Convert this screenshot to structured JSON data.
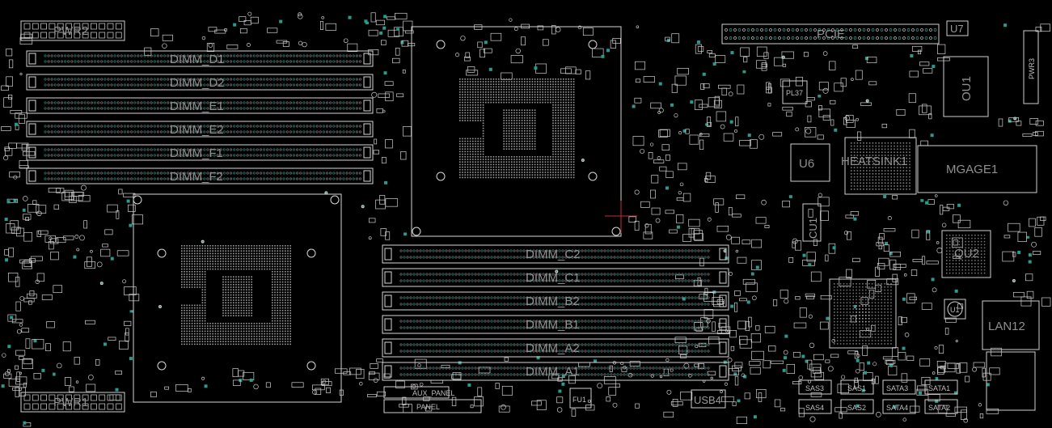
{
  "board": {
    "background": "#000000",
    "outline_color": "#d8d8d8",
    "pad_color": "#2a9a8e",
    "pin_color": "#bcbcbc",
    "cursor_color": "#c0303a"
  },
  "labels": {
    "pwr2": "PWR2",
    "pwr1": "PWR1",
    "pcie": "PCIE",
    "u7": "U7",
    "ou1": "OU1",
    "pwr3": "PWR3",
    "u6": "U6",
    "heatsink": "HEATSINK1",
    "mgage": "MGAGE1",
    "cu1": "CU1",
    "qu2": "QU2",
    "lan": "LAN12",
    "u1": "U1",
    "fu1": "FU1",
    "usb4": "USB4",
    "aux": "AUX_PANEL",
    "panel": "PANEL",
    "pl37": "PL37",
    "sata1": "SATA1",
    "sata2": "SATA2",
    "sas3": "SAS3",
    "sas4": "SAS4",
    "sas1": "SAS1",
    "sas2": "SAS2",
    "sata3": "SATA3",
    "sata4": "SATA4"
  },
  "dimm_left": [
    "DIMM_D1",
    "DIMM_D2",
    "DIMM_E1",
    "DIMM_E2",
    "DIMM_F1",
    "DIMM_F2"
  ],
  "dimm_center": [
    "DIMM_C2",
    "DIMM_C1",
    "DIMM_B2",
    "DIMM_B1",
    "DIMM_A2",
    "DIMM_A1"
  ]
}
